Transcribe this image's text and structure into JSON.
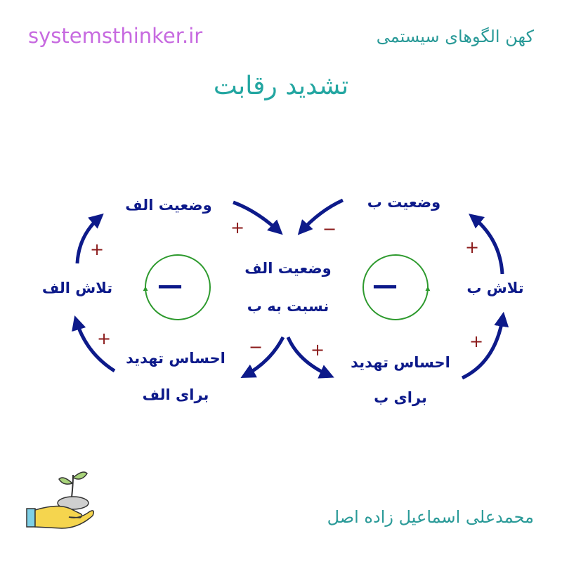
{
  "header": {
    "site": "systemsthinker.ir",
    "series": "کهن الگوهای سیستمی",
    "title": "تشدید رقابت"
  },
  "footer": {
    "author": "محمدعلی اسماعیل زاده اصل"
  },
  "diagram": {
    "nodes": {
      "status_a": "وضعیت الف",
      "status_b": "وضعیت ب",
      "relative_line1": "وضعیت الف",
      "relative_line2": "نسبت به ب",
      "effort_a": "تلاش الف",
      "effort_b": "تلاش ب",
      "threat_a_line1": "احساس تهدید",
      "threat_a_line2": "برای الف",
      "threat_b_line1": "احساس تهدید",
      "threat_b_line2": "برای ب"
    },
    "links": {
      "status_a_to_relative": "+",
      "status_b_to_relative": "−",
      "effort_a_to_status_a": "+",
      "threat_a_to_effort_a": "+",
      "relative_to_threat_a": "−",
      "effort_b_to_status_b": "+",
      "threat_b_to_effort_b": "+",
      "relative_to_threat_b": "+"
    },
    "loops": {
      "left_polarity": "—",
      "right_polarity": "—"
    },
    "colors": {
      "arrow": "#0d1a8a",
      "loop": "#2e9a2e",
      "sign": "#8b1a1a",
      "title": "#23a6a1",
      "site": "#c76ae0"
    }
  }
}
